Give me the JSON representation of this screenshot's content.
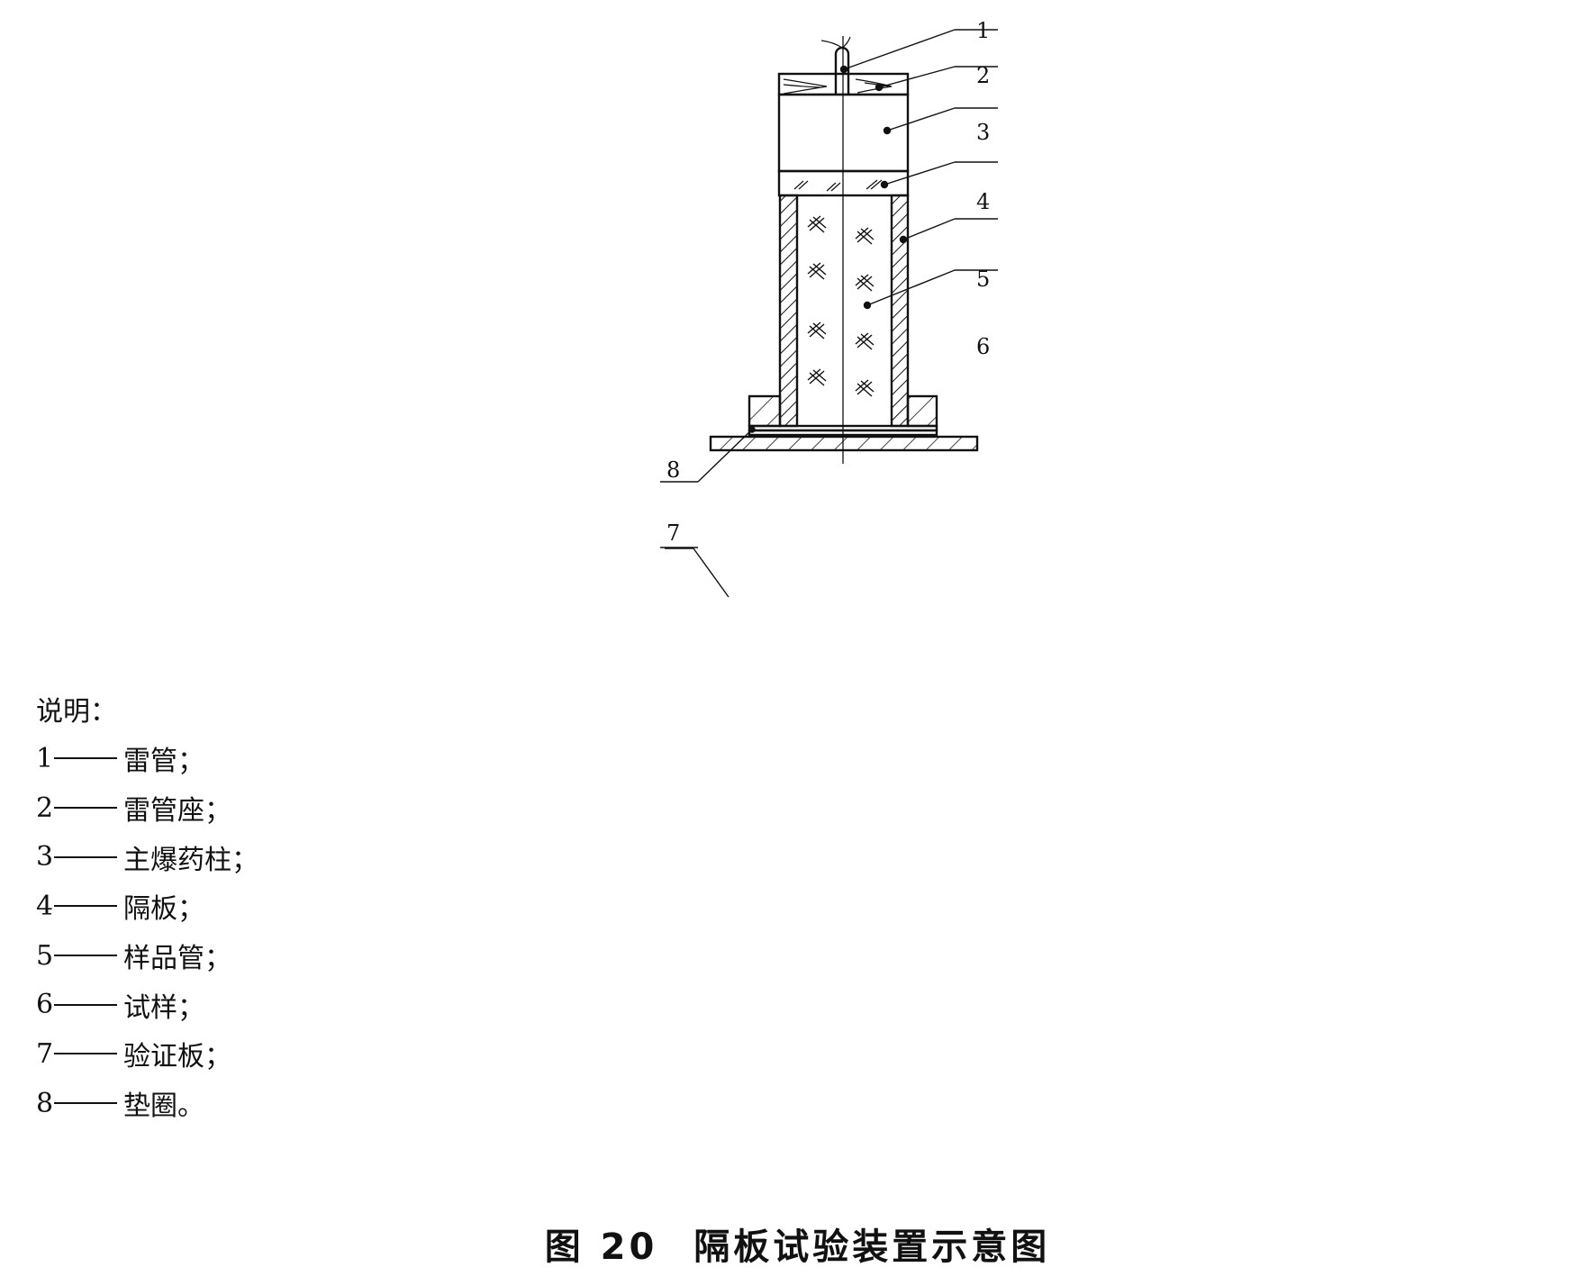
{
  "figure": {
    "callouts": [
      "1",
      "2",
      "3",
      "4",
      "5",
      "6",
      "7",
      "8"
    ]
  },
  "legend": {
    "title": "说明：",
    "items": [
      {
        "num": "1",
        "text": "雷管；"
      },
      {
        "num": "2",
        "text": "雷管座；"
      },
      {
        "num": "3",
        "text": "主爆药柱；"
      },
      {
        "num": "4",
        "text": "隔板；"
      },
      {
        "num": "5",
        "text": "样品管；"
      },
      {
        "num": "6",
        "text": "试样；"
      },
      {
        "num": "7",
        "text": "验证板；"
      },
      {
        "num": "8",
        "text": "垫圈。"
      }
    ]
  },
  "caption": {
    "number": "图 20",
    "title": "隔板试验装置示意图"
  }
}
